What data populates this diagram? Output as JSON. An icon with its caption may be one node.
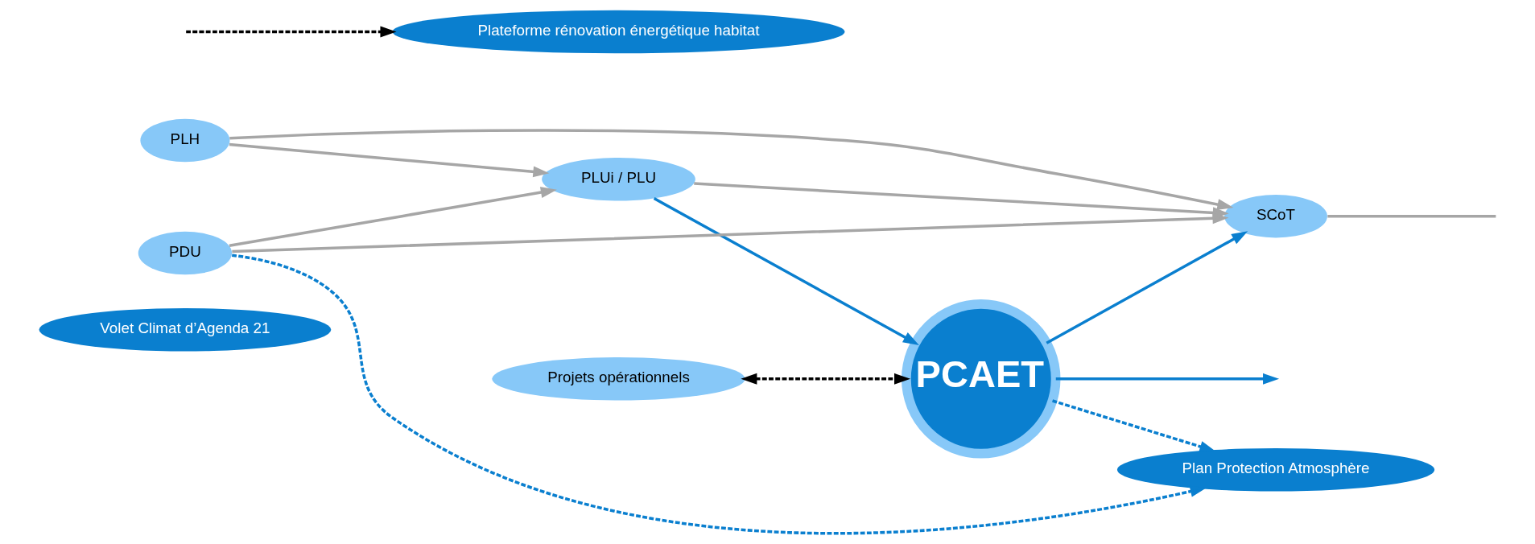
{
  "diagram": {
    "nodes": [
      {
        "text": [
          "Volet Climat d’Agenda 21"
        ]
      },
      {
        "text": [
          "Projets opérationnels"
        ]
      },
      {
        "text": [
          "Plateforme rénovation énergétique habitat"
        ]
      },
      {
        "text": [
          "PCAET"
        ]
      },
      {
        "text": [
          "SCoT"
        ]
      },
      {
        "text": [
          "PLUi / PLU"
        ]
      },
      {
        "text": [
          "PLH"
        ]
      },
      {
        "text": [
          "Plan Protection Atmosphère"
        ]
      },
      {
        "text": [
          "PDU"
        ]
      }
    ],
    "edges": [
      {
        "from": 3,
        "to": null,
        "arrow": "to",
        "color": "#0a7fcf"
      },
      {
        "from": null,
        "to": 2,
        "arrow": "to",
        "style": "dashed",
        "color": "#000000"
      },
      {
        "from": 1,
        "to": 3,
        "arrow": "both",
        "style": "dashed",
        "color": "#000000"
      },
      {
        "from": 3,
        "to": 4,
        "arrow": "to",
        "color": "#0a7fcf"
      },
      {
        "from": 4,
        "to": null,
        "arrow": "none"
      },
      {
        "from": 5,
        "to": 3,
        "arrow": "to",
        "color": "#0a7fcf"
      },
      {
        "from": 6,
        "to": 4,
        "arrow": "to"
      },
      {
        "from": 8,
        "to": 4,
        "arrow": "to"
      },
      {
        "from": 5,
        "to": 4,
        "arrow": "to"
      },
      {
        "from": 6,
        "to": 5,
        "arrow": "to"
      },
      {
        "from": 8,
        "to": 5,
        "arrow": "to"
      },
      {
        "from": 3,
        "to": 7,
        "arrow": "to",
        "style": "dashed",
        "color": "#0a7fcf"
      },
      {
        "from": 8,
        "to": 7,
        "arrow": "to",
        "style": "dashed",
        "color": "#0a7fcf"
      }
    ]
  }
}
